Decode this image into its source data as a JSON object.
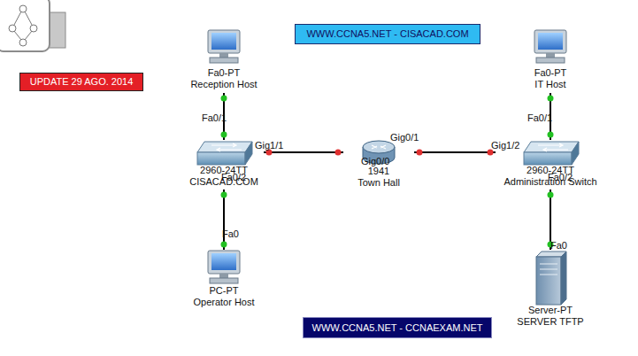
{
  "diagram": {
    "nodes": [
      {
        "text": [
          "UPDATE 29 AGO. 2014"
        ]
      },
      {
        "text": [
          "WWW.CCNA5.NET - CISACAD.COM"
        ]
      },
      {
        "text": [
          "Fa0-PT",
          "Reception Host"
        ]
      },
      {
        "text": [
          "Fa0-PT",
          "IT Host"
        ]
      },
      {
        "text": [
          "2960-24TT",
          "CISACAD.COM"
        ]
      },
      {
        "text": [
          "1941",
          "Town Hall"
        ]
      },
      {
        "text": [
          "2960-24TT",
          "Administration Switch"
        ]
      },
      {
        "text": [
          "PC-PT",
          "Operator Host"
        ]
      },
      {
        "text": [
          "Server-PT",
          "SERVER TFTP"
        ]
      },
      {
        "text": [
          "WWW.CCNA5.NET - CCNAEXAM.NET"
        ]
      }
    ],
    "edges": [
      {
        "from": 2,
        "to": 4,
        "arrow": "none"
      },
      {
        "from": 4,
        "to": 5,
        "arrow": "none"
      },
      {
        "from": 5,
        "to": 6,
        "arrow": "none"
      },
      {
        "from": 3,
        "to": 6,
        "arrow": "none"
      },
      {
        "from": 4,
        "to": 7,
        "arrow": "none"
      },
      {
        "from": 6,
        "to": 8,
        "arrow": "none"
      }
    ],
    "labels": [
      "Fa0/1",
      "Gig1/1",
      "Gig0/0",
      "Gig0/1",
      "Gig1/2",
      "Fa0/1",
      "Fa0/2",
      "Fa0",
      "Fa0/2",
      "Fa0"
    ]
  }
}
